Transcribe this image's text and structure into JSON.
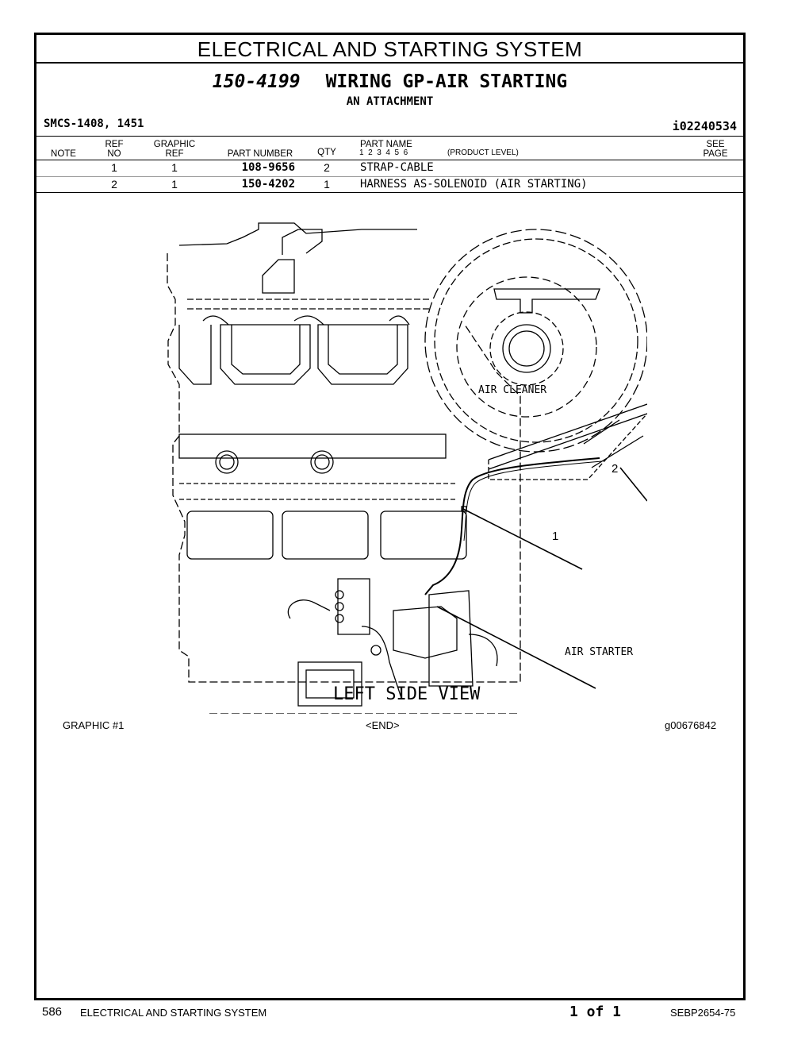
{
  "section_title": "ELECTRICAL AND STARTING SYSTEM",
  "group_number": "150-4199",
  "group_name": "WIRING GP-AIR STARTING",
  "subtitle": "AN ATTACHMENT",
  "smcs": "SMCS-1408, 1451",
  "identifier": "i02240534",
  "table": {
    "headers": {
      "note": "NOTE",
      "ref_no_1": "REF",
      "ref_no_2": "NO",
      "graphic_ref_1": "GRAPHIC",
      "graphic_ref_2": "REF",
      "part_number": "PART NUMBER",
      "qty": "QTY",
      "part_name": "PART NAME",
      "product_level_digits": "1  2  3  4  5  6",
      "product_level": "(PRODUCT LEVEL)",
      "see_page_1": "SEE",
      "see_page_2": "PAGE"
    },
    "rows": [
      {
        "ref_no": "1",
        "graphic_ref": "1",
        "part_number": "108-9656",
        "qty": "2",
        "part_name": "STRAP-CABLE"
      },
      {
        "ref_no": "2",
        "graphic_ref": "1",
        "part_number": "150-4202",
        "qty": "1",
        "part_name": "HARNESS AS-SOLENOID (AIR STARTING)"
      }
    ]
  },
  "diagram": {
    "labels": {
      "air_cleaner": "AIR CLEANER",
      "air_starter": "AIR STARTER",
      "view": "LEFT SIDE VIEW",
      "callout_1": "1",
      "callout_2": "2"
    }
  },
  "graphic_caption": "GRAPHIC #1",
  "end_marker": "<END>",
  "graphic_id": "g00676842",
  "footer": {
    "page_number": "586",
    "section": "ELECTRICAL AND STARTING SYSTEM",
    "page_count": "1 of 1",
    "document": "SEBP2654-75"
  }
}
